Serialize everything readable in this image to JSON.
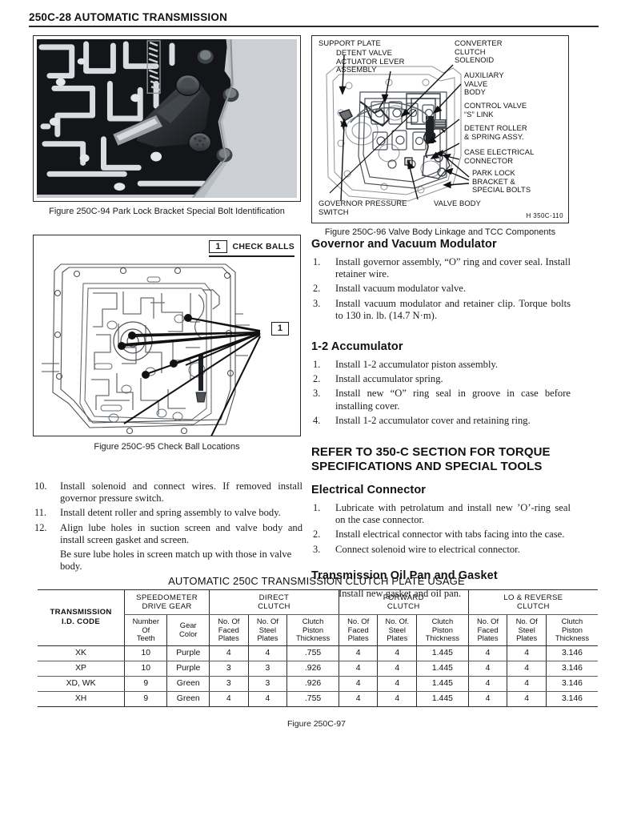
{
  "header": {
    "page_number": "250C-28",
    "title": "AUTOMATIC TRANSMISSION",
    "full": "250C-28 AUTOMATIC TRANSMISSION"
  },
  "figures": {
    "fig94": {
      "caption": "Figure 250C-94 Park Lock Bracket Special Bolt Identification",
      "type": "photograph",
      "subject": "valve body and park lock bracket special bolts"
    },
    "fig96": {
      "caption": "Figure 250C-96 Valve Body Linkage and TCC Components",
      "code": "H 350C-110",
      "labels": [
        {
          "id": "support-plate",
          "text": "SUPPORT PLATE"
        },
        {
          "id": "detent-valve-actuator-lever-assembly",
          "text": "DETENT VALVE\nACTUATOR LEVER\nASSEMBLY"
        },
        {
          "id": "converter-clutch-solenoid",
          "text": "CONVERTER\nCLUTCH\nSOLENOID"
        },
        {
          "id": "auxiliary-valve-body",
          "text": "AUXILIARY\nVALVE\nBODY"
        },
        {
          "id": "control-valve-s-link",
          "text": "CONTROL VALVE\n“S” LINK"
        },
        {
          "id": "detent-roller-spring-assy",
          "text": "DETENT ROLLER\n& SPRING ASSY."
        },
        {
          "id": "case-electrical-connector",
          "text": "CASE ELECTRICAL\nCONNECTOR"
        },
        {
          "id": "park-lock-bracket-special-bolts",
          "text": "PARK LOCK\nBRACKET &\nSPECIAL BOLTS"
        },
        {
          "id": "governor-pressure-switch",
          "text": "GOVERNOR PRESSURE\nSWITCH"
        },
        {
          "id": "valve-body",
          "text": "VALVE BODY"
        }
      ]
    },
    "fig95": {
      "caption": "Figure 250C-95 Check Ball Locations",
      "key_number": "1",
      "key_label": "CHECK BALLS",
      "callout_number": "1"
    },
    "fig97": {
      "caption": "Figure 250C-97"
    }
  },
  "left_column": {
    "steps": [
      {
        "num": "10.",
        "text": "Install solenoid and connect wires. If removed install governor pressure switch."
      },
      {
        "num": "11.",
        "text": "Install detent roller and spring assembly to valve body."
      },
      {
        "num": "12.",
        "text": "Align lube holes in suction screen and valve body and install screen gasket and screen."
      }
    ],
    "note": "Be sure lube holes in screen match up with those in valve body."
  },
  "right_column": {
    "sections": [
      {
        "id": "governor-and-vacuum-modulator",
        "heading": "Governor and Vacuum Modulator",
        "steps": [
          {
            "num": "1.",
            "text": "Install governor assembly, “O” ring and cover seal. Install retainer wire."
          },
          {
            "num": "2.",
            "text": "Install vacuum modulator valve."
          },
          {
            "num": "3.",
            "text": "Install vacuum modulator and retainer clip. Torque bolts to 130 in. lb. (14.7 N·m)."
          }
        ]
      },
      {
        "id": "1-2-accumulator",
        "heading": "1-2 Accumulator",
        "steps": [
          {
            "num": "1.",
            "text": "Install 1-2 accumulator piston assembly."
          },
          {
            "num": "2.",
            "text": "Install accumulator spring."
          },
          {
            "num": "3.",
            "text": "Install new “O” ring seal in groove in case before installing cover."
          },
          {
            "num": "4.",
            "text": "Install 1-2 accumulator cover and retaining ring."
          }
        ]
      }
    ],
    "refer_heading": "REFER TO 350-C SECTION FOR TORQUE SPECIFICATIONS AND SPECIAL TOOLS",
    "electrical_connector": {
      "id": "electrical-connector",
      "heading": "Electrical Connector",
      "steps": [
        {
          "num": "1.",
          "text": "Lubricate with petrolatum and install new ’O’-ring seal on the case connector."
        },
        {
          "num": "2.",
          "text": "Install electrical connector with tabs facing into the case."
        },
        {
          "num": "3.",
          "text": "Connect solenoid wire to electrical connector."
        }
      ]
    },
    "oil_pan": {
      "id": "transmission-oil-pan-and-gasket",
      "heading": "Transmission Oil Pan and Gasket",
      "body": "Install new gasket and oil pan."
    }
  },
  "table": {
    "title": "AUTOMATIC 250C TRANSMISSION CLUTCH PLATE USAGE",
    "groups": [
      {
        "id": "transmission-id-code",
        "label": "TRANSMISSION\nI.D. CODE"
      },
      {
        "id": "speedometer-drive-gear",
        "label": "SPEEDOMETER\nDRIVE GEAR"
      },
      {
        "id": "direct-clutch",
        "label": "DIRECT\nCLUTCH"
      },
      {
        "id": "forward-clutch",
        "label": "FORWARD\nCLUTCH"
      },
      {
        "id": "lo-and-reverse-clutch",
        "label": "LO & REVERSE\nCLUTCH"
      }
    ],
    "subheaders": [
      "Number\nOf\nTeeth",
      "Gear\nColor",
      "No. Of\nFaced\nPlates",
      "No. Of\nSteel\nPlates",
      "Clutch\nPiston\nThickness",
      "No. Of\nFaced\nPlates",
      "No. Of.\nSteel\nPlates",
      "Clutch\nPiston\nThickness",
      "No. Of\nFaced\nPlates",
      "No. Of\nSteel\nPlates",
      "Clutch\nPiston\nThickness"
    ],
    "rows": [
      {
        "id_code": "XK",
        "cells": [
          "10",
          "Purple",
          "4",
          "4",
          ".755",
          "4",
          "4",
          "1.445",
          "4",
          "4",
          "3.146"
        ]
      },
      {
        "id_code": "XP",
        "cells": [
          "10",
          "Purple",
          "3",
          "3",
          ".926",
          "4",
          "4",
          "1.445",
          "4",
          "4",
          "3.146"
        ]
      },
      {
        "id_code": "XD, WK",
        "cells": [
          "9",
          "Green",
          "3",
          "3",
          ".926",
          "4",
          "4",
          "1.445",
          "4",
          "4",
          "3.146"
        ]
      },
      {
        "id_code": "XH",
        "cells": [
          "9",
          "Green",
          "4",
          "4",
          ".755",
          "4",
          "4",
          "1.445",
          "4",
          "4",
          "3.146"
        ]
      }
    ]
  },
  "colors": {
    "ink": "#1b1b1b",
    "rule": "#2a2a2a",
    "photo_bg": "#c9cdd2"
  }
}
